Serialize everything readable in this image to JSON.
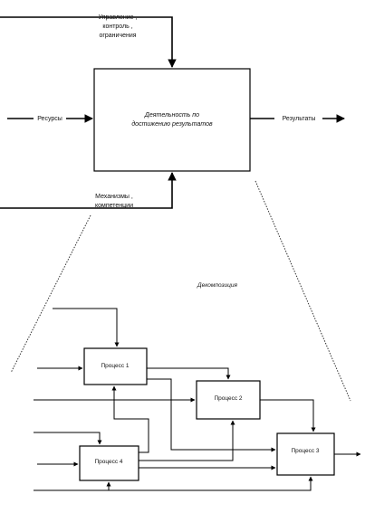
{
  "top": {
    "control_line1": "Управление ,",
    "control_line2": "контроль ,",
    "control_line3": "ограничения",
    "inputs_label": "Ресурсы",
    "activity_line1": "Деятельность по",
    "activity_line2": "достижению результатов",
    "outputs_label": "Результаты",
    "mechanisms_line1": "Механизмы ,",
    "mechanisms_line2": "компетенции"
  },
  "decomposition_label": "Декомпозиция",
  "bottom": {
    "process1": "Процесс 1",
    "process2": "Процесс 2",
    "process3": "Процесс 3",
    "process4": "Процесс 4"
  }
}
